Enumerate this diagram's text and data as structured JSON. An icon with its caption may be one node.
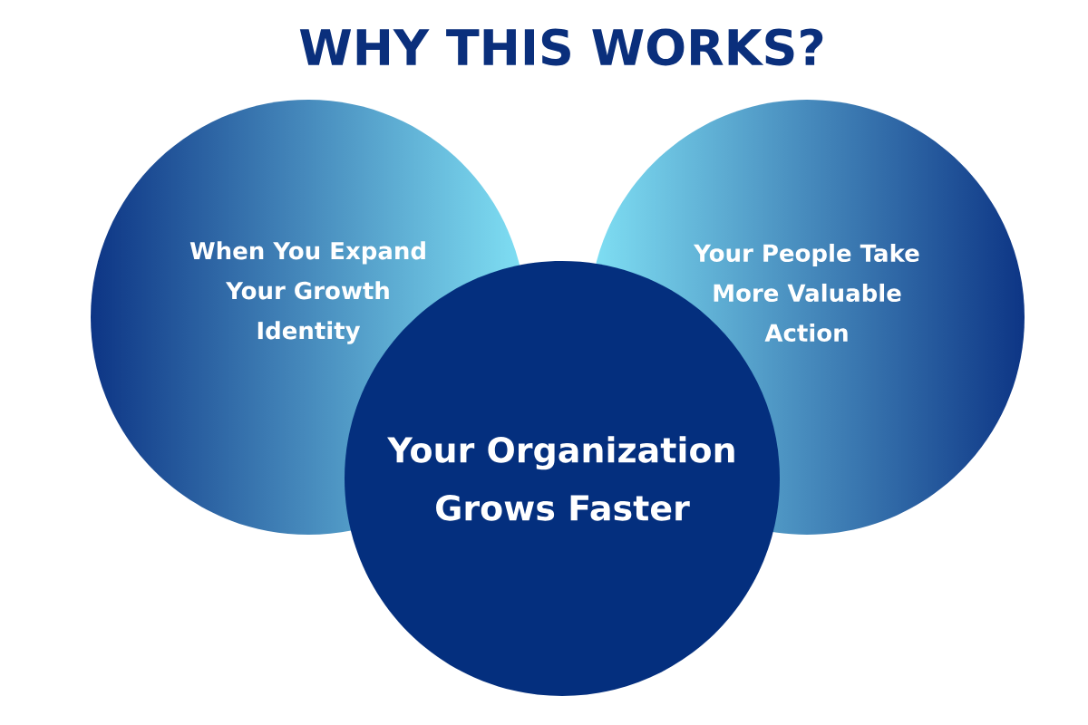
{
  "diagram": {
    "title": "WHY THIS WORKS?",
    "nodes": [
      {
        "text": [
          "When You Expand Your Growth Identity"
        ]
      },
      {
        "text": [
          "Your People Take More Valuable Action"
        ]
      },
      {
        "text": [
          "Your Organization Grows Faster"
        ]
      }
    ]
  }
}
